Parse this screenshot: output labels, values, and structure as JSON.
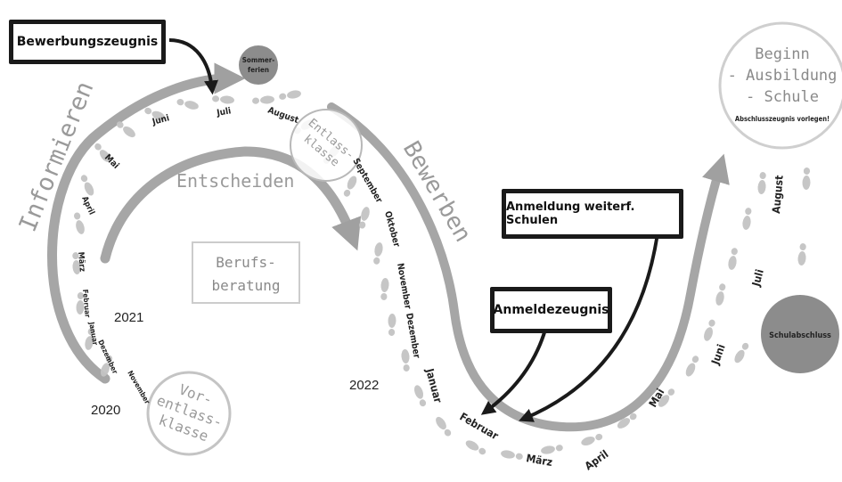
{
  "phases": {
    "informieren": "Informieren",
    "entscheiden": "Entscheiden",
    "bewerben": "Bewerben"
  },
  "circles": {
    "sommerferien_line1": "Sommer-",
    "sommerferien_line2": "ferien",
    "entlassklasse_line1": "Entlass-",
    "entlassklasse_line2": "klasse",
    "vorentlass_line1": "Vor-",
    "vorentlass_line2": "entlass-",
    "vorentlass_line3": "klasse",
    "beginn_line1": "Beginn",
    "beginn_line2": "- Ausbildung",
    "beginn_line3": "- Schule",
    "beginn_note": "Abschlusszeugnis vorlegen!",
    "schulabschluss": "Schulabschluss"
  },
  "berufsberatung": {
    "line1": "Berufs-",
    "line2": "beratung"
  },
  "boxes": {
    "bewerbungszeugnis": "Bewerbungszeugnis",
    "anmeldung": "Anmeldung weiterf. Schulen",
    "anmeldezeugnis": "Anmeldezeugnis"
  },
  "years": {
    "y2020": "2020",
    "y2021": "2021",
    "y2022": "2022"
  },
  "months": {
    "november_2020": "November",
    "dezember_2020": "Dezember",
    "januar_2021": "Januar",
    "februar_2021": "Februar",
    "maerz_2021": "März",
    "april_2021": "April",
    "mai_2021": "Mai",
    "juni_2021": "Juni",
    "juli_2021": "Juli",
    "august_2021": "August",
    "september_2021": "September",
    "oktober_2021": "Oktober",
    "november_2021": "November",
    "dezember_2021": "Dezember",
    "januar_2022": "Januar",
    "februar_2022": "Februar",
    "maerz_2022": "März",
    "april_2022": "April",
    "mai_2022": "Mai",
    "juni_2022": "Juni",
    "juli_2022": "Juli",
    "august_2022": "August"
  },
  "colors": {
    "arrow": "#a6a6a6",
    "footprint": "#c4c4c4",
    "circle_fill": "#8c8c8c",
    "box_border": "#1a1a1a"
  }
}
